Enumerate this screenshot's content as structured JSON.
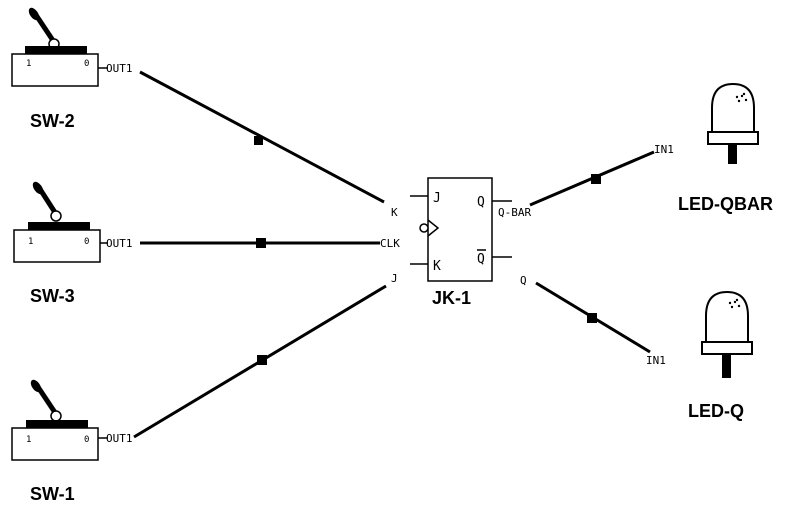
{
  "switches": [
    {
      "label": "SW-2",
      "pin": "OUT1",
      "left_mark": "1",
      "right_mark": "0"
    },
    {
      "label": "SW-3",
      "pin": "OUT1",
      "left_mark": "1",
      "right_mark": "0"
    },
    {
      "label": "SW-1",
      "pin": "OUT1",
      "left_mark": "1",
      "right_mark": "0"
    }
  ],
  "flipflop": {
    "label": "JK-1",
    "inputs": {
      "j": "J",
      "k": "K"
    },
    "outputs": {
      "q": "Q",
      "qbar": "Q"
    }
  },
  "net_labels": {
    "k_in": "K",
    "clk_in": "CLK",
    "j_in": "J",
    "qbar_out": "Q-BAR",
    "q_out": "Q"
  },
  "leds": [
    {
      "label": "LED-QBAR",
      "pin": "IN1"
    },
    {
      "label": "LED-Q",
      "pin": "IN1"
    }
  ]
}
